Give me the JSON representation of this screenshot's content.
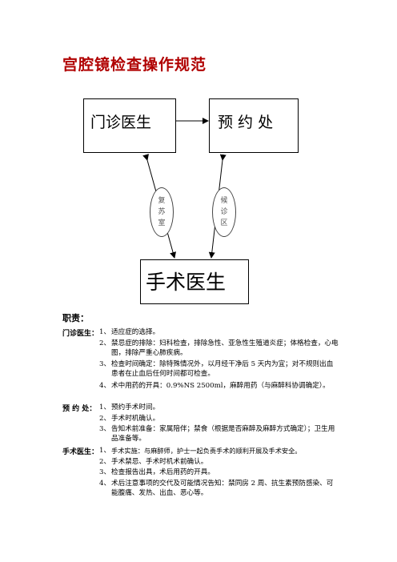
{
  "title": "宫腔镜检查操作规范",
  "diagram": {
    "outpatient_doctor": "门诊医生",
    "appointment_desk": "预 约 处",
    "surgeon": "手术医生",
    "recovery_room": "复苏室",
    "waiting_area": "候诊区"
  },
  "duties_heading": "职责：",
  "sections": [
    {
      "role": "门诊医生：",
      "items": [
        {
          "num": "1、",
          "text": "适应症的选择。"
        },
        {
          "num": "2、",
          "text": "禁忌症的排除：妇科检查，排除急性、亚急性生殖道炎症；体格检查，心电图，排除严重心肺疾病。"
        },
        {
          "num": "3、",
          "text": "检查时间确定：除特殊情况外，以月经干净后 5 天内为宜；对不规则出血患者在止血后任何时间都可检查。"
        },
        {
          "num": "4、",
          "text": "术中用药的开具：0.9%NS 2500ml，麻醉用药（与麻醉科协调确定）。"
        }
      ]
    },
    {
      "role": "预 约 处：",
      "items": [
        {
          "num": "1、",
          "text": "预约手术时间。"
        },
        {
          "num": "2、",
          "text": "手术时机确认。"
        },
        {
          "num": "3、",
          "text": "告知术前准备：家属陪伴；禁食（根据是否麻醉及麻醉方式确定）；卫生用品准备等。"
        }
      ]
    },
    {
      "role": "手术医生：",
      "items": [
        {
          "num": "1、",
          "text": "手术实施：与麻醉师，护士一起负责手术的顺利开展及手术安全。"
        },
        {
          "num": "2、",
          "text": "手术禁忌、手术时机术前确认。"
        },
        {
          "num": "3、",
          "text": "检查报告出具，术后用药的开具。"
        },
        {
          "num": "4、",
          "text": "术后注意事项的交代及可能情况告知：禁同房 2 周、抗生素预防感染、可能腹痛、发热、出血、恶心等。"
        }
      ]
    }
  ]
}
